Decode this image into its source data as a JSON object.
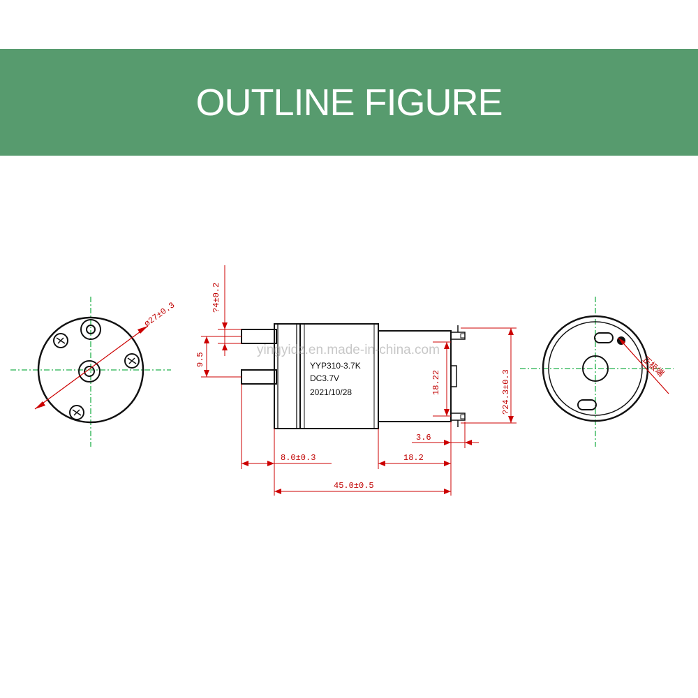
{
  "header": {
    "title": "OUTLINE FIGURE"
  },
  "colors": {
    "banner": "#579b6e",
    "dimension": "#cc0000",
    "centerline": "#22b14c",
    "outline": "#111111"
  },
  "front_view": {
    "diameter_label": "ø27±0.3"
  },
  "side_view": {
    "label_nozzle_dia": "?4±0.2",
    "label_nozzle_gap": "9.5",
    "label_nozzle_len": "8.0±0.3",
    "label_body_len": "18.2",
    "label_terminal": "3.6",
    "label_total_len": "45.0±0.5",
    "label_terminal_gap": "18.22",
    "label_height": "?24.3±0.3",
    "model": "YYP310-3.7K",
    "voltage": "DC3.7V",
    "date": "2021/10/28",
    "watermark": "yingyidz.en.made-in-china.com"
  },
  "back_view": {
    "polarity_label": "正极端"
  }
}
